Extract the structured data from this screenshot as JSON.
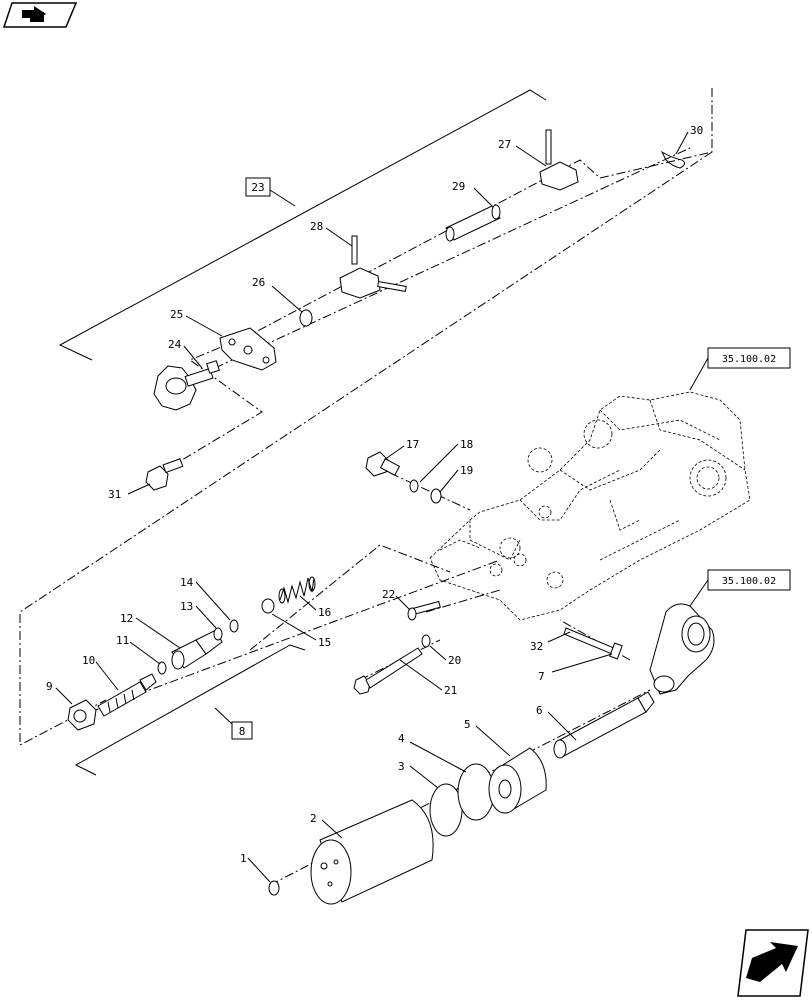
{
  "callouts": {
    "c1": "1",
    "c2": "2",
    "c3": "3",
    "c4": "4",
    "c5": "5",
    "c6": "6",
    "c7": "7",
    "c8": "8",
    "c9": "9",
    "c10": "10",
    "c11": "11",
    "c12": "12",
    "c13": "13",
    "c14": "14",
    "c15": "15",
    "c16": "16",
    "c17": "17",
    "c18": "18",
    "c19": "19",
    "c20": "20",
    "c21": "21",
    "c22": "22",
    "c23": "23",
    "c24": "24",
    "c25": "25",
    "c26": "26",
    "c27": "27",
    "c28": "28",
    "c29": "29",
    "c30": "30",
    "c31": "31",
    "c32": "32"
  },
  "references": {
    "housing_ref": "35.100.02",
    "arm_ref": "35.100.02"
  },
  "icons": {
    "top_left": "previous-page-icon",
    "bottom_right": "next-page-icon"
  }
}
